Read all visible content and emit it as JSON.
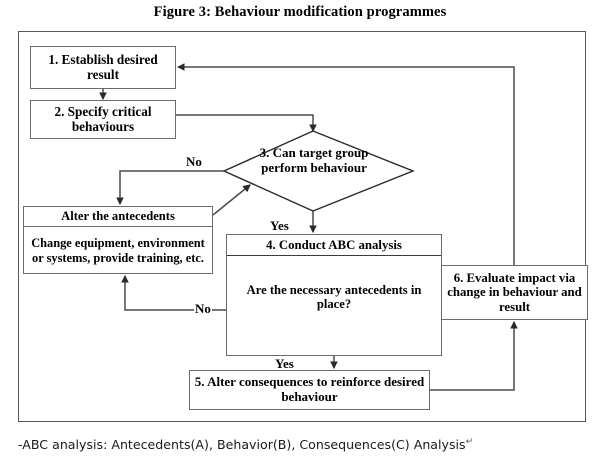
{
  "figure": {
    "title": "Figure 3: Behaviour modification programmes",
    "footnote": "-ABC analysis: Antecedents(A), Behavior(B), Consequences(C) Analysis",
    "footnote_mark": "↵"
  },
  "nodes": {
    "step1": {
      "label": "1. Establish desired result"
    },
    "step2": {
      "label": "2. Specify critical behaviours"
    },
    "decision3": {
      "label": "3. Can target group perform behaviour"
    },
    "alter_antecedents": {
      "header": "Alter the antecedents",
      "body": "Change equipment, environment or systems, provide training, etc."
    },
    "step4": {
      "header": "4. Conduct ABC analysis"
    },
    "decision4": {
      "label": "Are the necessary antecedents in place?"
    },
    "step5": {
      "label": "5. Alter consequences to reinforce desired behaviour"
    },
    "step6": {
      "label": "6. Evaluate impact via change in behaviour and result"
    }
  },
  "edge_labels": {
    "no_1": "No",
    "yes_1": "Yes",
    "no_2": "No",
    "yes_2": "Yes"
  },
  "colors": {
    "stroke": "#6b6b6b",
    "frame": "#575757",
    "connector": "#4a4a4a",
    "diamond_stroke": "#2a2a2a",
    "text": "#000000",
    "background": "#ffffff"
  }
}
